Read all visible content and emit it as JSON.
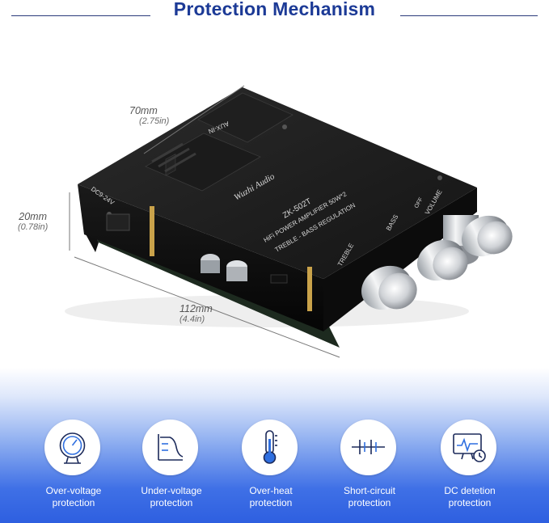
{
  "header": {
    "title": "Protection Mechanism"
  },
  "product": {
    "label_board_name": "ZK-502T",
    "label_brand": "Wuzhi Audio",
    "label_line1": "HiFi POWER AMPLIFIER 50W*2",
    "label_line2": "TREBLE - BASS REGULATION",
    "label_aux": "AUX-IN",
    "label_power": "DC9-24V",
    "knob_labels": [
      "TREBLE",
      "BASS",
      "VOLUME"
    ],
    "off_label": "OFF"
  },
  "dimensions": {
    "length": {
      "value": "70mm",
      "imperial": "(2.75in)"
    },
    "height": {
      "value": "20mm",
      "imperial": "(0.78in)"
    },
    "width": {
      "value": "112mm",
      "imperial": "(4.4in)"
    }
  },
  "features": [
    {
      "label_line1": "Over-voltage",
      "label_line2": "protection",
      "icon": "gauge-icon"
    },
    {
      "label_line1": "Under-voltage",
      "label_line2": "protection",
      "icon": "voltage-curve-icon"
    },
    {
      "label_line1": "Over-heat",
      "label_line2": "protection",
      "icon": "thermometer-icon"
    },
    {
      "label_line1": "Short-circuit",
      "label_line2": "protection",
      "icon": "circuit-icon"
    },
    {
      "label_line1": "DC detetion",
      "label_line2": "protection",
      "icon": "monitor-icon"
    }
  ],
  "colors": {
    "title": "#1c3a96",
    "gradient_bottom": "#2e5fe0",
    "icon_stroke": "#1c2a5a",
    "icon_accent": "#2f6fe0"
  }
}
